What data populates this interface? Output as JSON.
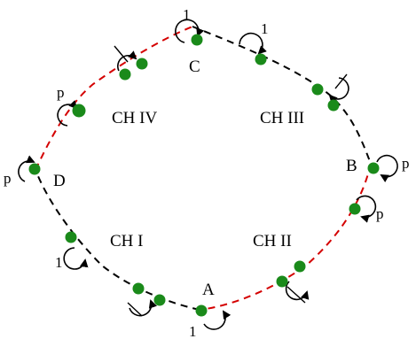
{
  "colors": {
    "black_segment": "#000000",
    "red_segment": "#d40000",
    "node": "#1a8a1a",
    "ink": "#000000"
  },
  "vertices": {
    "A": "A",
    "B": "B",
    "C": "C",
    "D": "D"
  },
  "regions": {
    "ch1": "CH I",
    "ch2": "CH II",
    "ch3": "CH III",
    "ch4": "CH IV"
  },
  "loop_labels": {
    "one": "1",
    "p": "p"
  },
  "icons": {
    "loop": "curved-arrow-icon",
    "crossed_loop": "crossed-curved-arrow-icon",
    "node": "green-dot-icon"
  }
}
